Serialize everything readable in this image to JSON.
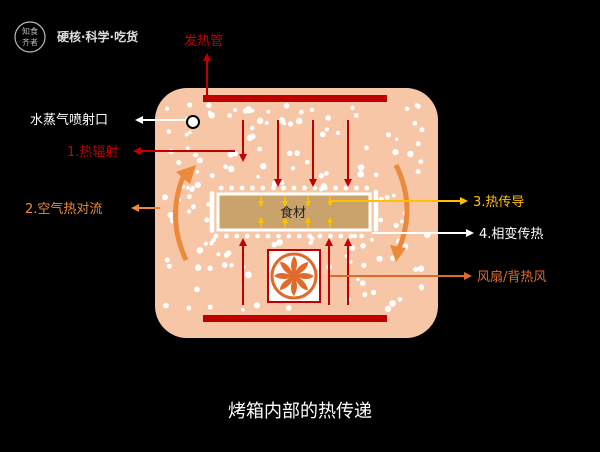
{
  "watermark": {
    "seal_text": "知食 齐者",
    "slogan": "硬核·科学·吃货"
  },
  "labels": {
    "heating_tube": "发热管",
    "steam_nozzle": "水蒸气喷射口",
    "radiation": "1.热辐射",
    "convection": "2.空气热对流",
    "conduction": "3.热传导",
    "phase_change": "4.相变传热",
    "fan": "风扇/背热风",
    "food": "食材"
  },
  "caption": "烤箱内部的热传递",
  "colors": {
    "background": "#000000",
    "oven_fill": "#f6c6a6",
    "heating_red": "#c00000",
    "convection_orange": "#ec8a3c",
    "conduction_yellow": "#ffc000",
    "food_fill": "#c9a36b",
    "text_white": "#ffffff",
    "fan_orange": "#e06a2a"
  },
  "icons": {
    "fan": "fan-icon",
    "nozzle": "steam-nozzle-icon"
  }
}
